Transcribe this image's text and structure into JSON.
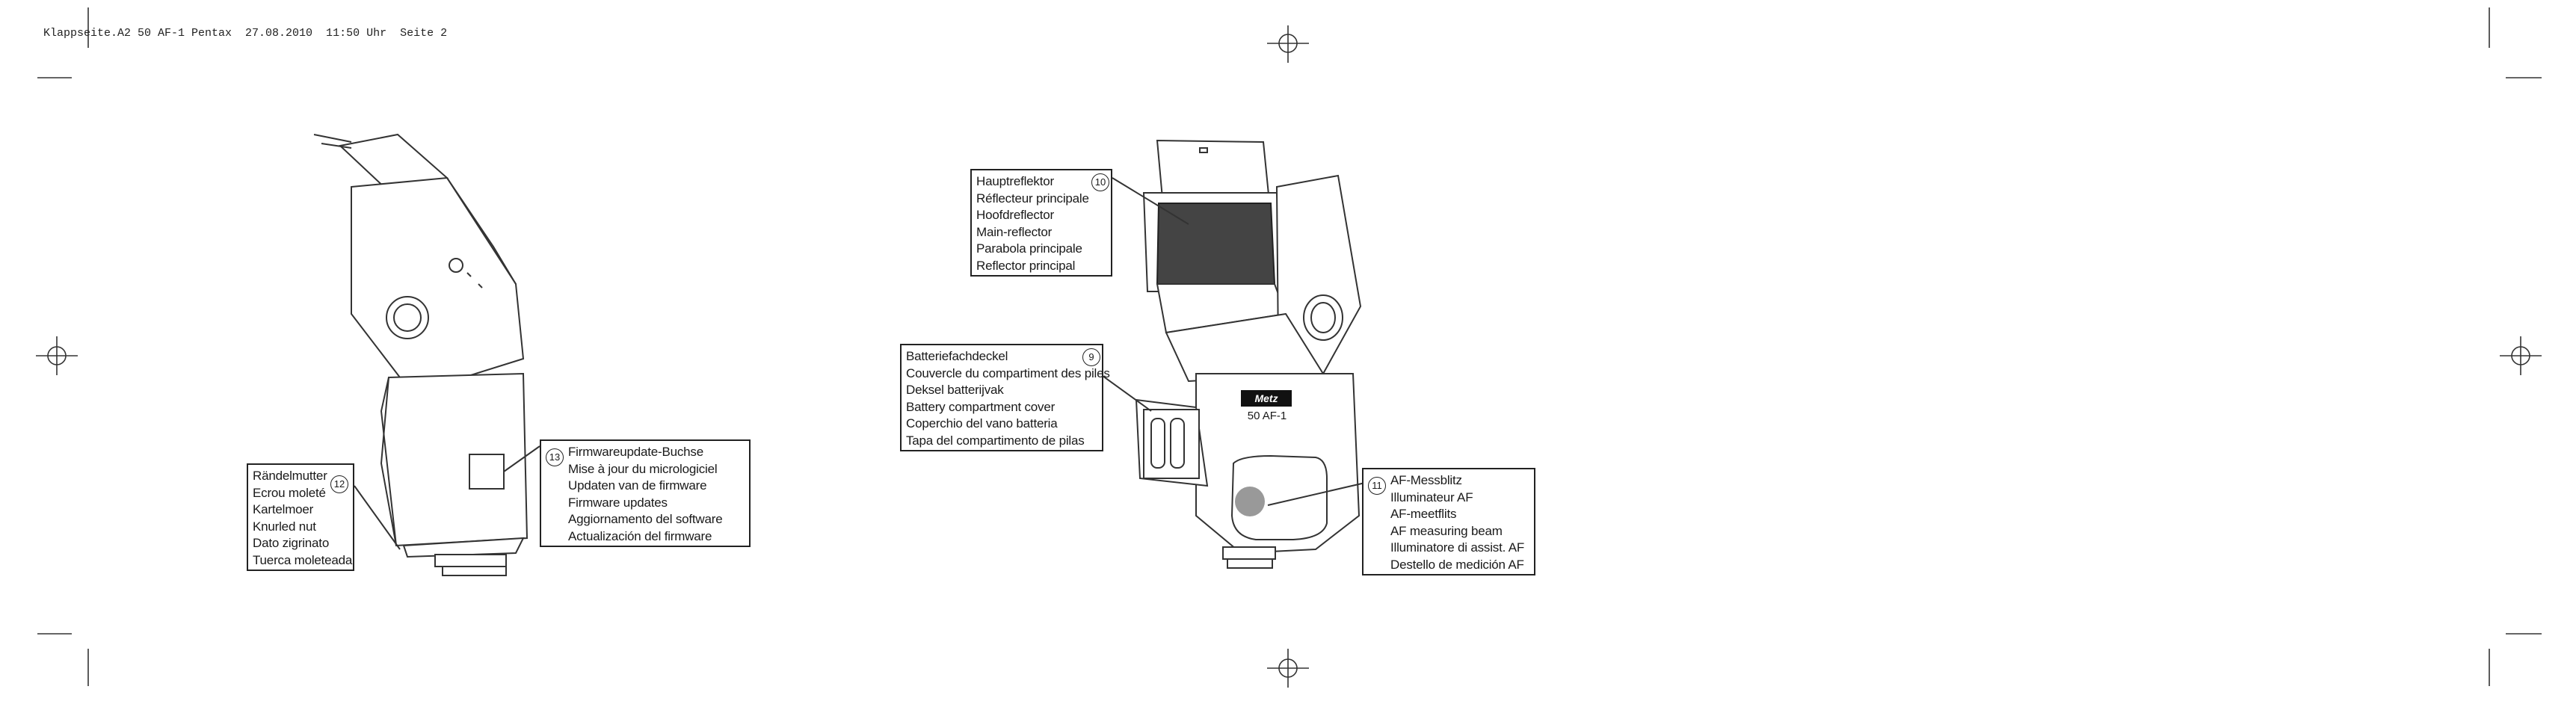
{
  "header": {
    "text": "Klappseite.A2 50 AF-1 Pentax  27.08.2010  11:50 Uhr  Seite 2"
  },
  "flash_front": {
    "logo": "Metz",
    "model": "50 AF-1"
  },
  "callouts": {
    "c10": {
      "number": "10",
      "lines": [
        "Hauptreflektor",
        "Réflecteur principale",
        "Hoofdreflector",
        "Main-reflector",
        "Parabola principale",
        "Reflector principal"
      ]
    },
    "c9": {
      "number": "9",
      "lines": [
        "Batteriefachdeckel",
        "Couvercle du compartiment des piles",
        "Deksel batterijvak",
        "Battery compartment cover",
        "Coperchio del vano batteria",
        "Tapa del compartimento de pilas"
      ]
    },
    "c11": {
      "number": "11",
      "lines": [
        "AF-Messblitz",
        "Illuminateur AF",
        "AF-meetflits",
        "AF measuring beam",
        "Illuminatore di assist. AF",
        "Destello de medición AF"
      ]
    },
    "c12": {
      "number": "12",
      "lines": [
        "Rändelmutter",
        "Ecrou moleté",
        "Kartelmoer",
        "Knurled nut",
        "Dato zigrinato",
        "Tuerca moleteada"
      ]
    },
    "c13": {
      "number": "13",
      "lines": [
        "Firmwareupdate-Buchse",
        "Mise à jour du micrologiciel",
        "Updaten van de firmware",
        "Firmware updates",
        "Aggiornamento del software",
        "Actualización del firmware"
      ]
    }
  }
}
